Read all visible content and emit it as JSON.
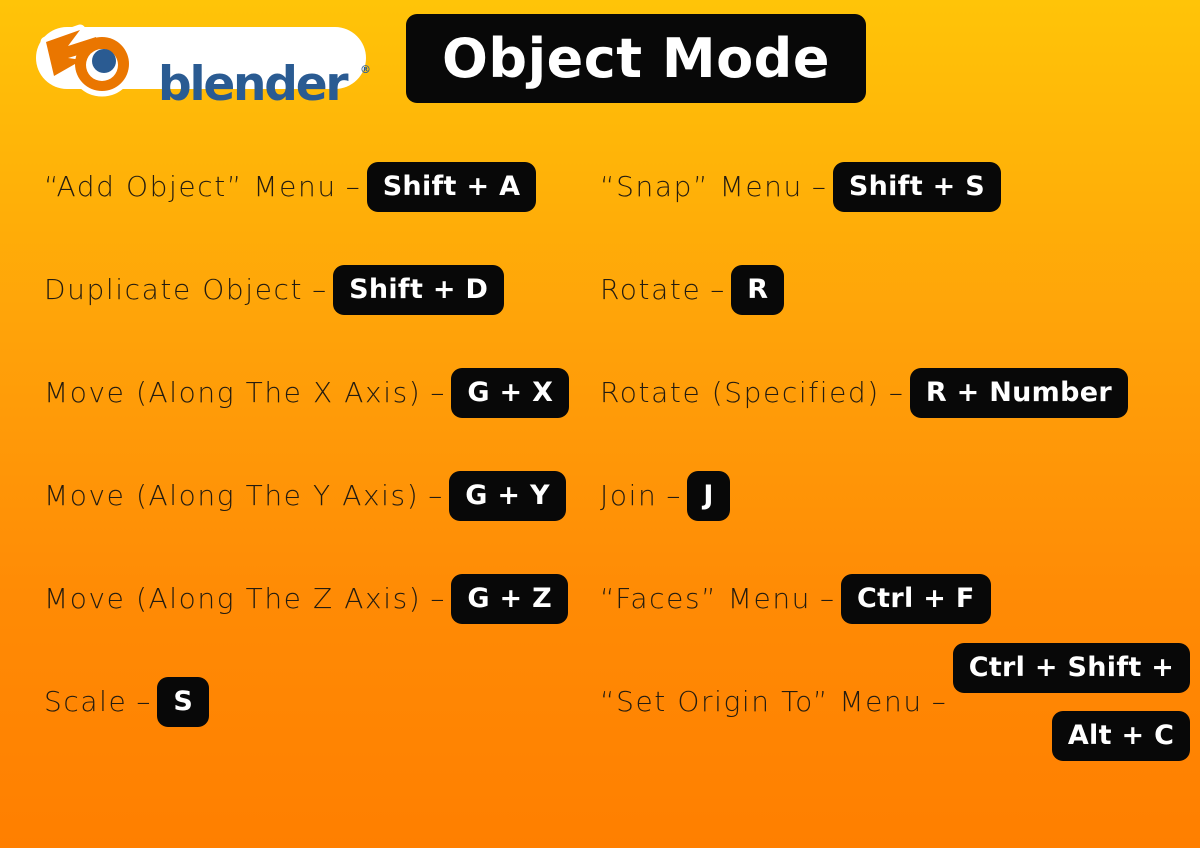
{
  "header": {
    "logo": {
      "wordmark": "blender",
      "registered_mark": "®",
      "icon_name": "blender-logo-icon",
      "wordmark_color": "#2A5B92",
      "mark_orange": "#EA7600",
      "mark_blue": "#2A5B92",
      "pill_color": "#FFFFFF"
    },
    "title": "Object Mode"
  },
  "theme": {
    "background_top": "#FFC408",
    "background_bottom": "#FF7F00",
    "badge_background": "#080808",
    "badge_text": "#FFFFFF",
    "label_text": "#241C10"
  },
  "separator": "–",
  "columns": {
    "left": [
      {
        "label": "“Add Object” Menu",
        "keys": [
          "Shift + A"
        ]
      },
      {
        "label": "Duplicate Object",
        "keys": [
          "Shift + D"
        ]
      },
      {
        "label": "Move (Along The X Axis)",
        "keys": [
          "G + X"
        ]
      },
      {
        "label": "Move (Along The Y Axis)",
        "keys": [
          "G + Y"
        ]
      },
      {
        "label": "Move (Along The Z Axis)",
        "keys": [
          "G + Z"
        ]
      },
      {
        "label": "Scale",
        "keys": [
          "S"
        ]
      }
    ],
    "right": [
      {
        "label": "“Snap” Menu",
        "keys": [
          "Shift + S"
        ]
      },
      {
        "label": "Rotate",
        "keys": [
          "R"
        ]
      },
      {
        "label": "Rotate (Specified)",
        "keys": [
          "R + Number"
        ]
      },
      {
        "label": "Join",
        "keys": [
          "J"
        ]
      },
      {
        "label": "“Faces” Menu",
        "keys": [
          "Ctrl + F"
        ]
      },
      {
        "label": "“Set Origin To” Menu",
        "keys": [
          "Ctrl + Shift +",
          "Alt + C"
        ]
      }
    ]
  }
}
